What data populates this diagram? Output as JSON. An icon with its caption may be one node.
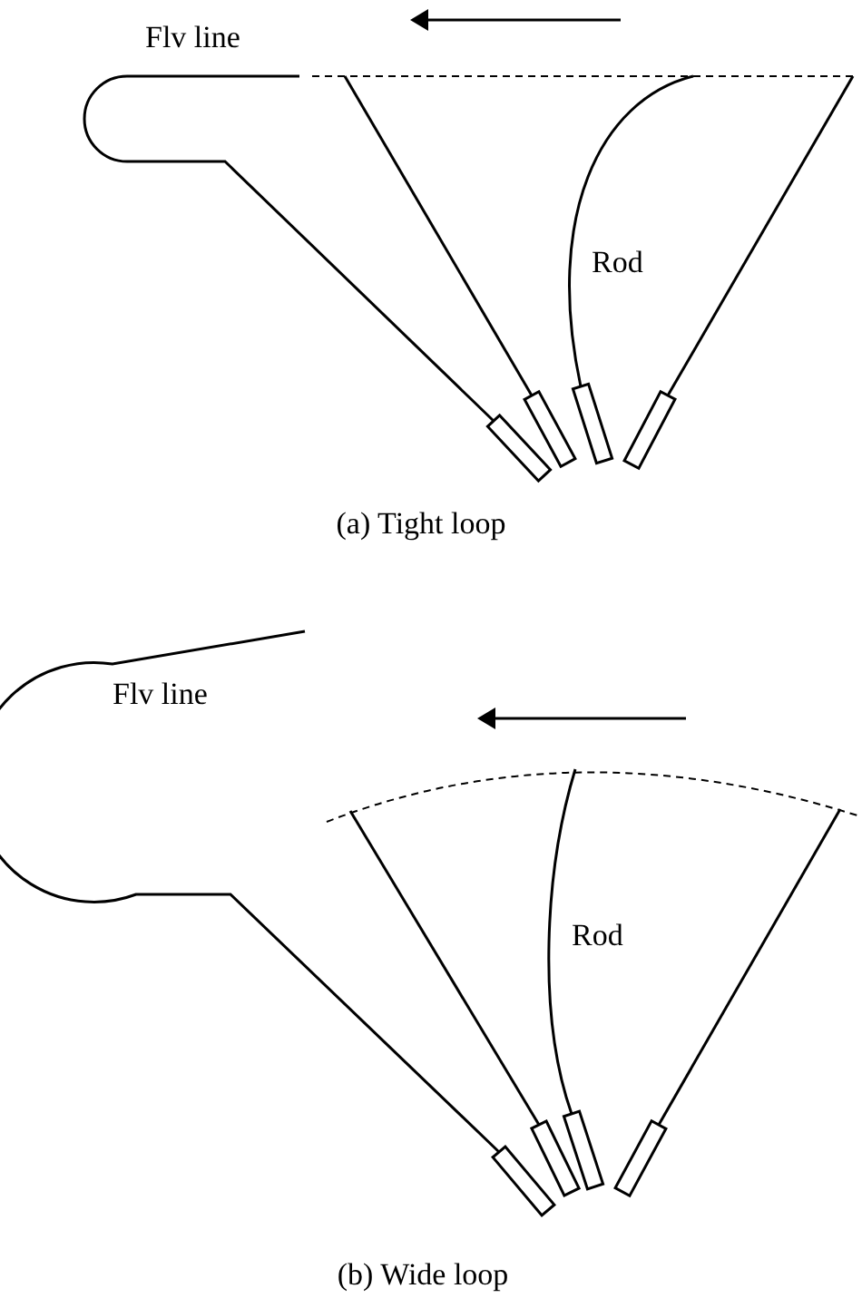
{
  "diagram": {
    "labels": [
      "Flv line",
      "Rod",
      "(a) Tight loop",
      "Flv line",
      "Rod",
      "(b) Wide loop"
    ]
  }
}
